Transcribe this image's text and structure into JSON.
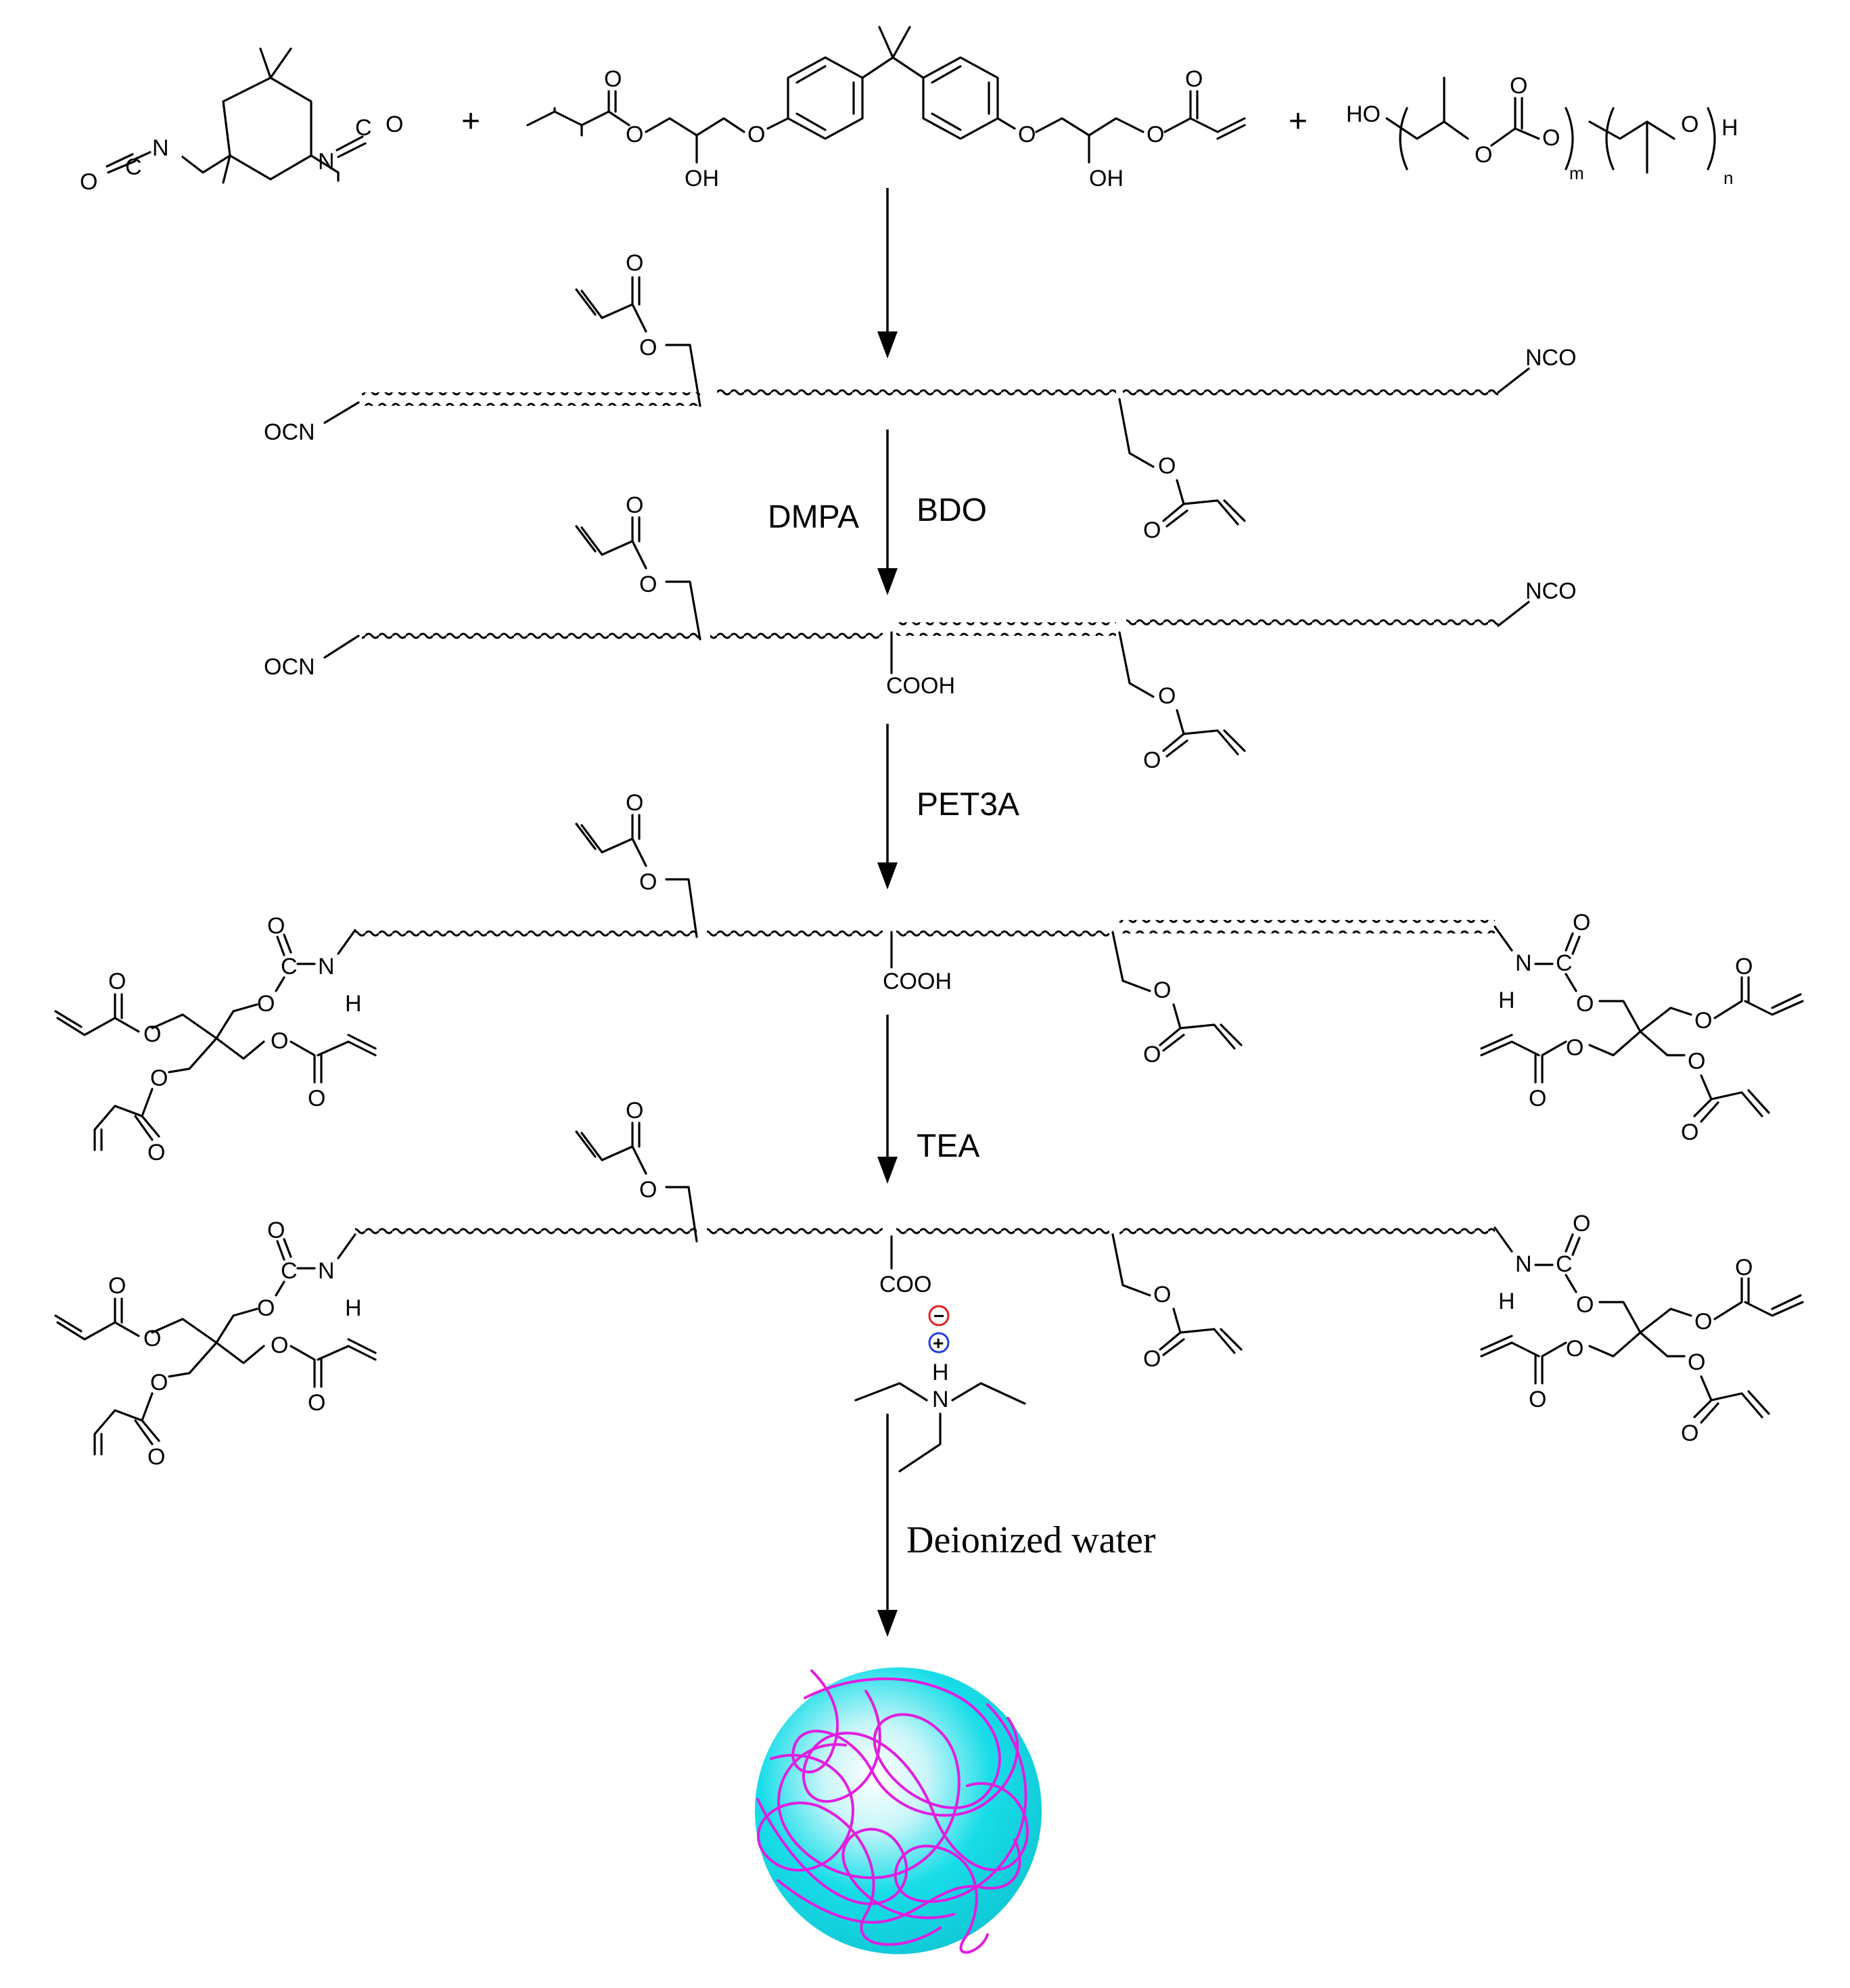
{
  "reactants": {
    "plus": "+",
    "isocyanate_atoms": {
      "n": "N",
      "c": "C",
      "o": "O"
    },
    "epoxy_acrylate_atoms": {
      "o": "O",
      "oh": "OH"
    },
    "polycarbonate_diol_atoms": {
      "ho": "HO",
      "o": "O",
      "h": "H",
      "m": "m",
      "n": "n"
    }
  },
  "prepolymer": {
    "nco_left": "OCN",
    "nco_right": "NCO",
    "o": "O",
    "cooh": "COOH"
  },
  "steps": [
    {
      "reagent_left": "DMPA",
      "reagent_right": "BDO"
    },
    {
      "reagent": "PET3A"
    },
    {
      "reagent": "TEA"
    },
    {
      "reagent": "Deionized water"
    }
  ],
  "urethane_atoms": {
    "n": "N",
    "h": "H",
    "c": "C",
    "o": "O"
  },
  "salt": {
    "coo": "COO",
    "minus": "−",
    "plus": "+",
    "n": "N",
    "h": "H"
  },
  "colors": {
    "particle": "#17dde8",
    "particle_highlight": "#ffffff",
    "polymer_chain": "#e01ee0",
    "anion_charge": "#e32020",
    "cation_charge": "#1f3fe0"
  }
}
